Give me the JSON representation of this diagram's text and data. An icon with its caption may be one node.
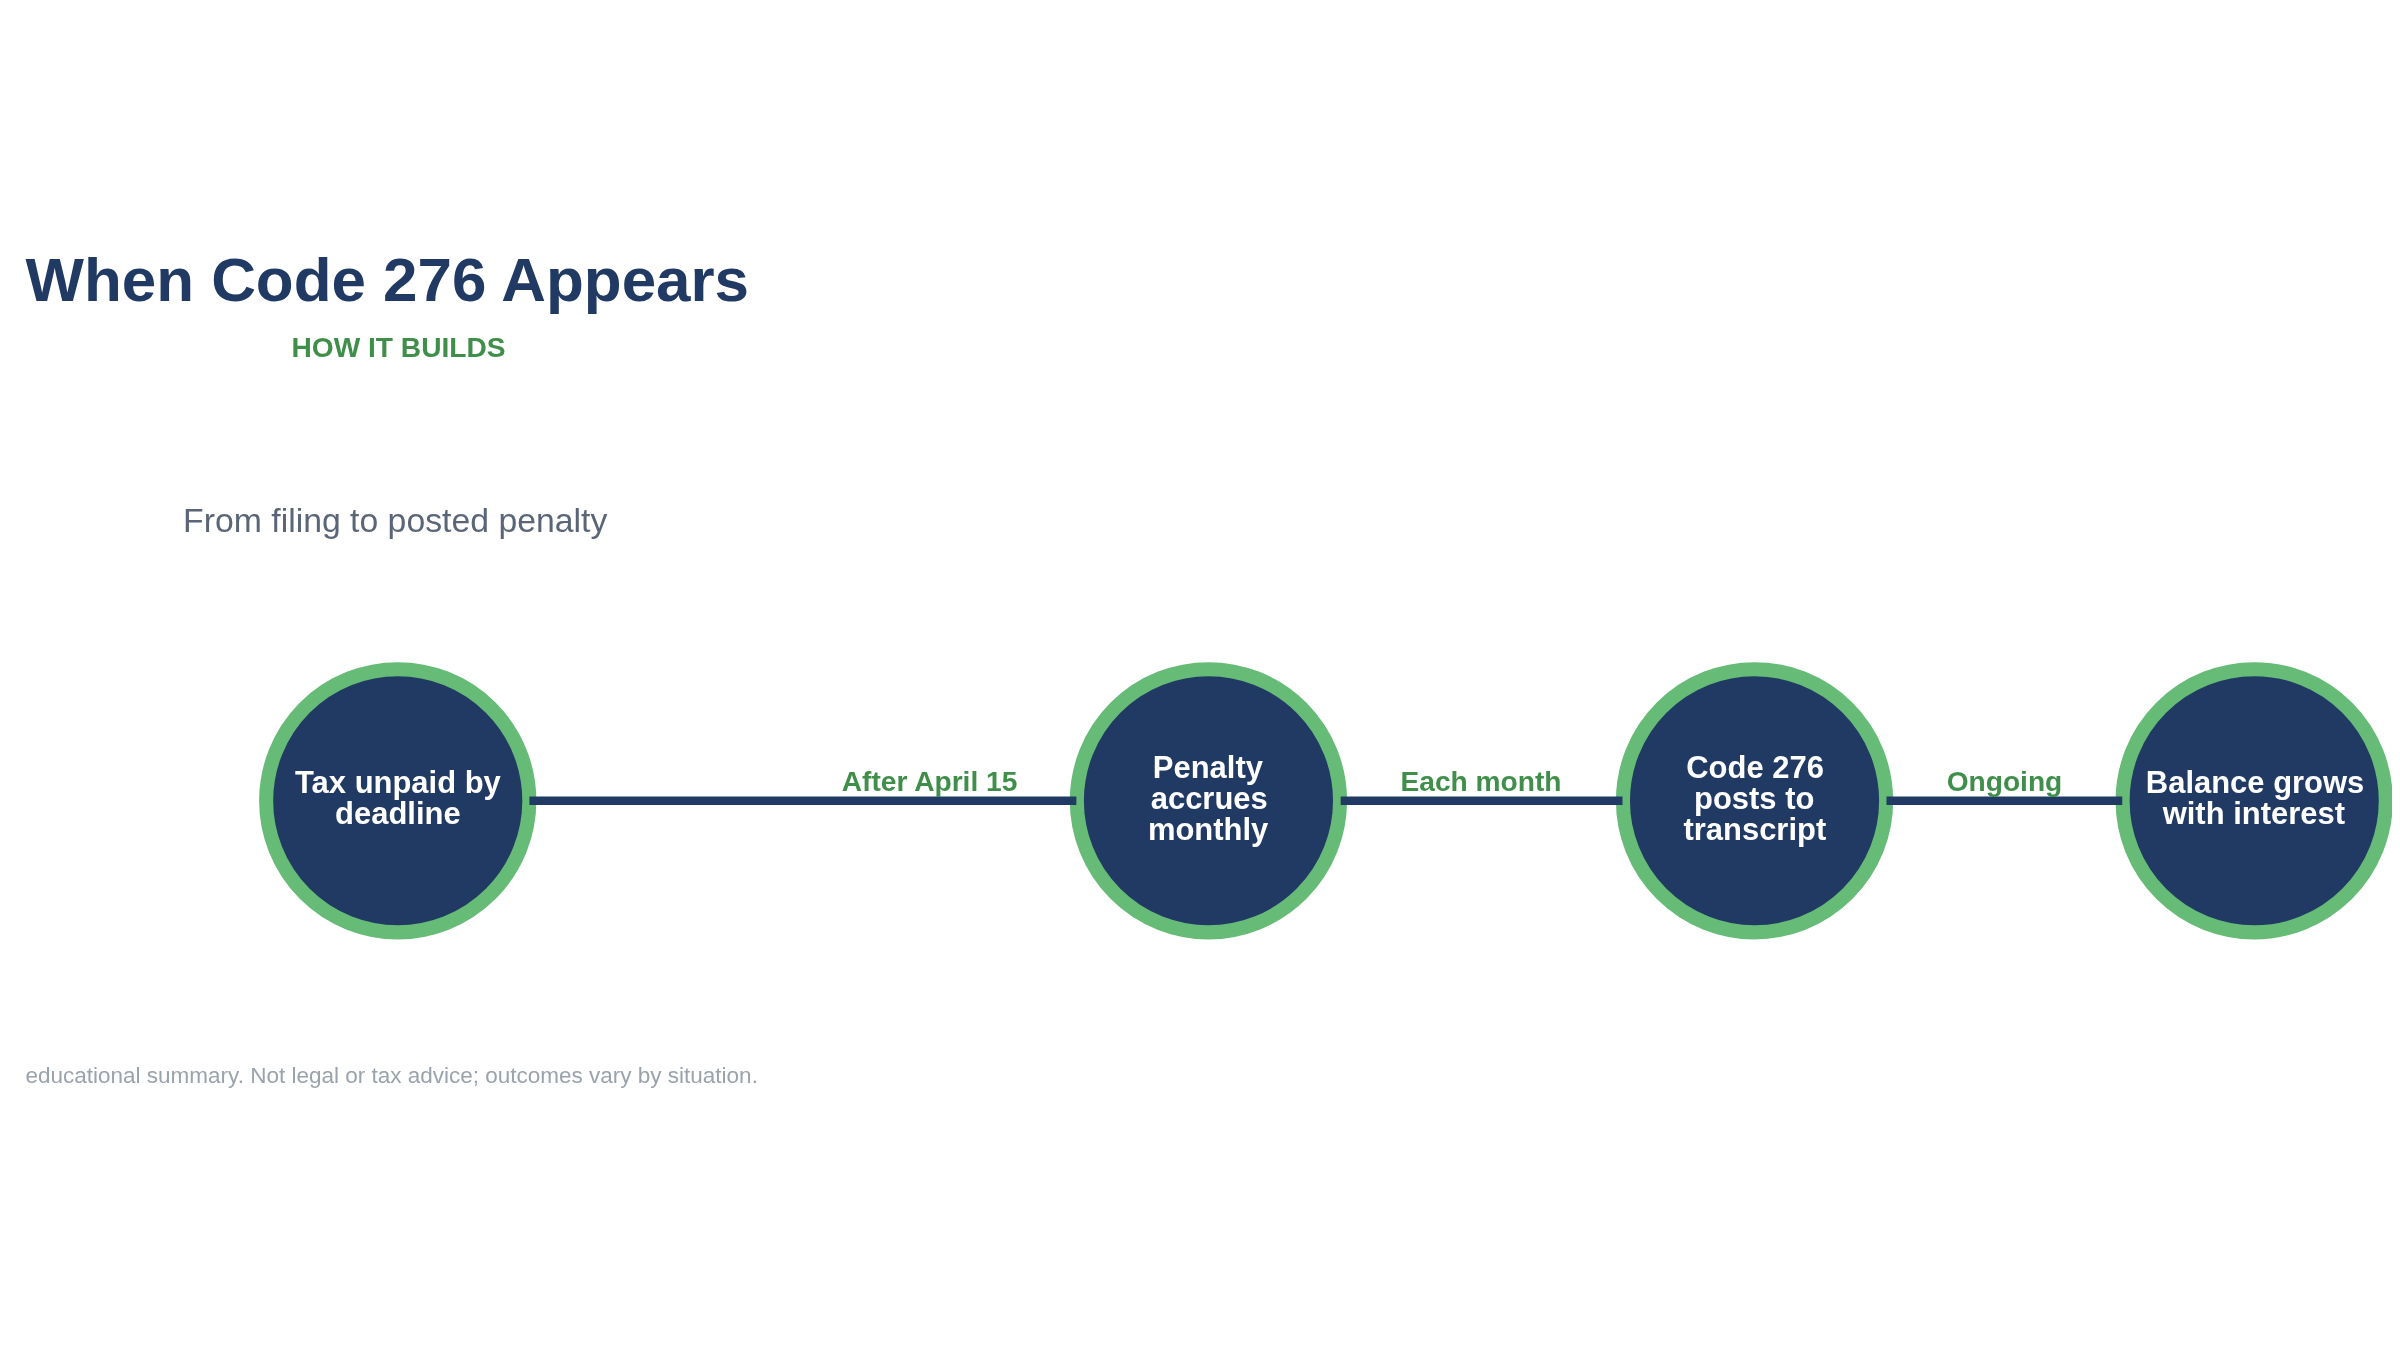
{
  "diagram": {
    "title": "When Code 276 Appears",
    "nodes": [
      {
        "text": [
          "Tax unpaid by deadline"
        ]
      },
      {
        "text": [
          "Penalty accrues monthly"
        ]
      },
      {
        "text": [
          "Code 276 posts to transcript"
        ]
      },
      {
        "text": [
          "Balance grows with interest"
        ]
      }
    ],
    "edges": [
      {
        "from": 0,
        "to": 1,
        "arrow": "none",
        "label": "After April 15"
      },
      {
        "from": 1,
        "to": 2,
        "arrow": "none",
        "label": "Each month"
      },
      {
        "from": 2,
        "to": 3,
        "arrow": "none",
        "label": "Ongoing"
      }
    ],
    "labels": [
      "HOW IT BUILDS",
      "From filing to posted penalty",
      "educational summary. Not legal or tax advice; outcomes vary by situation."
    ]
  }
}
